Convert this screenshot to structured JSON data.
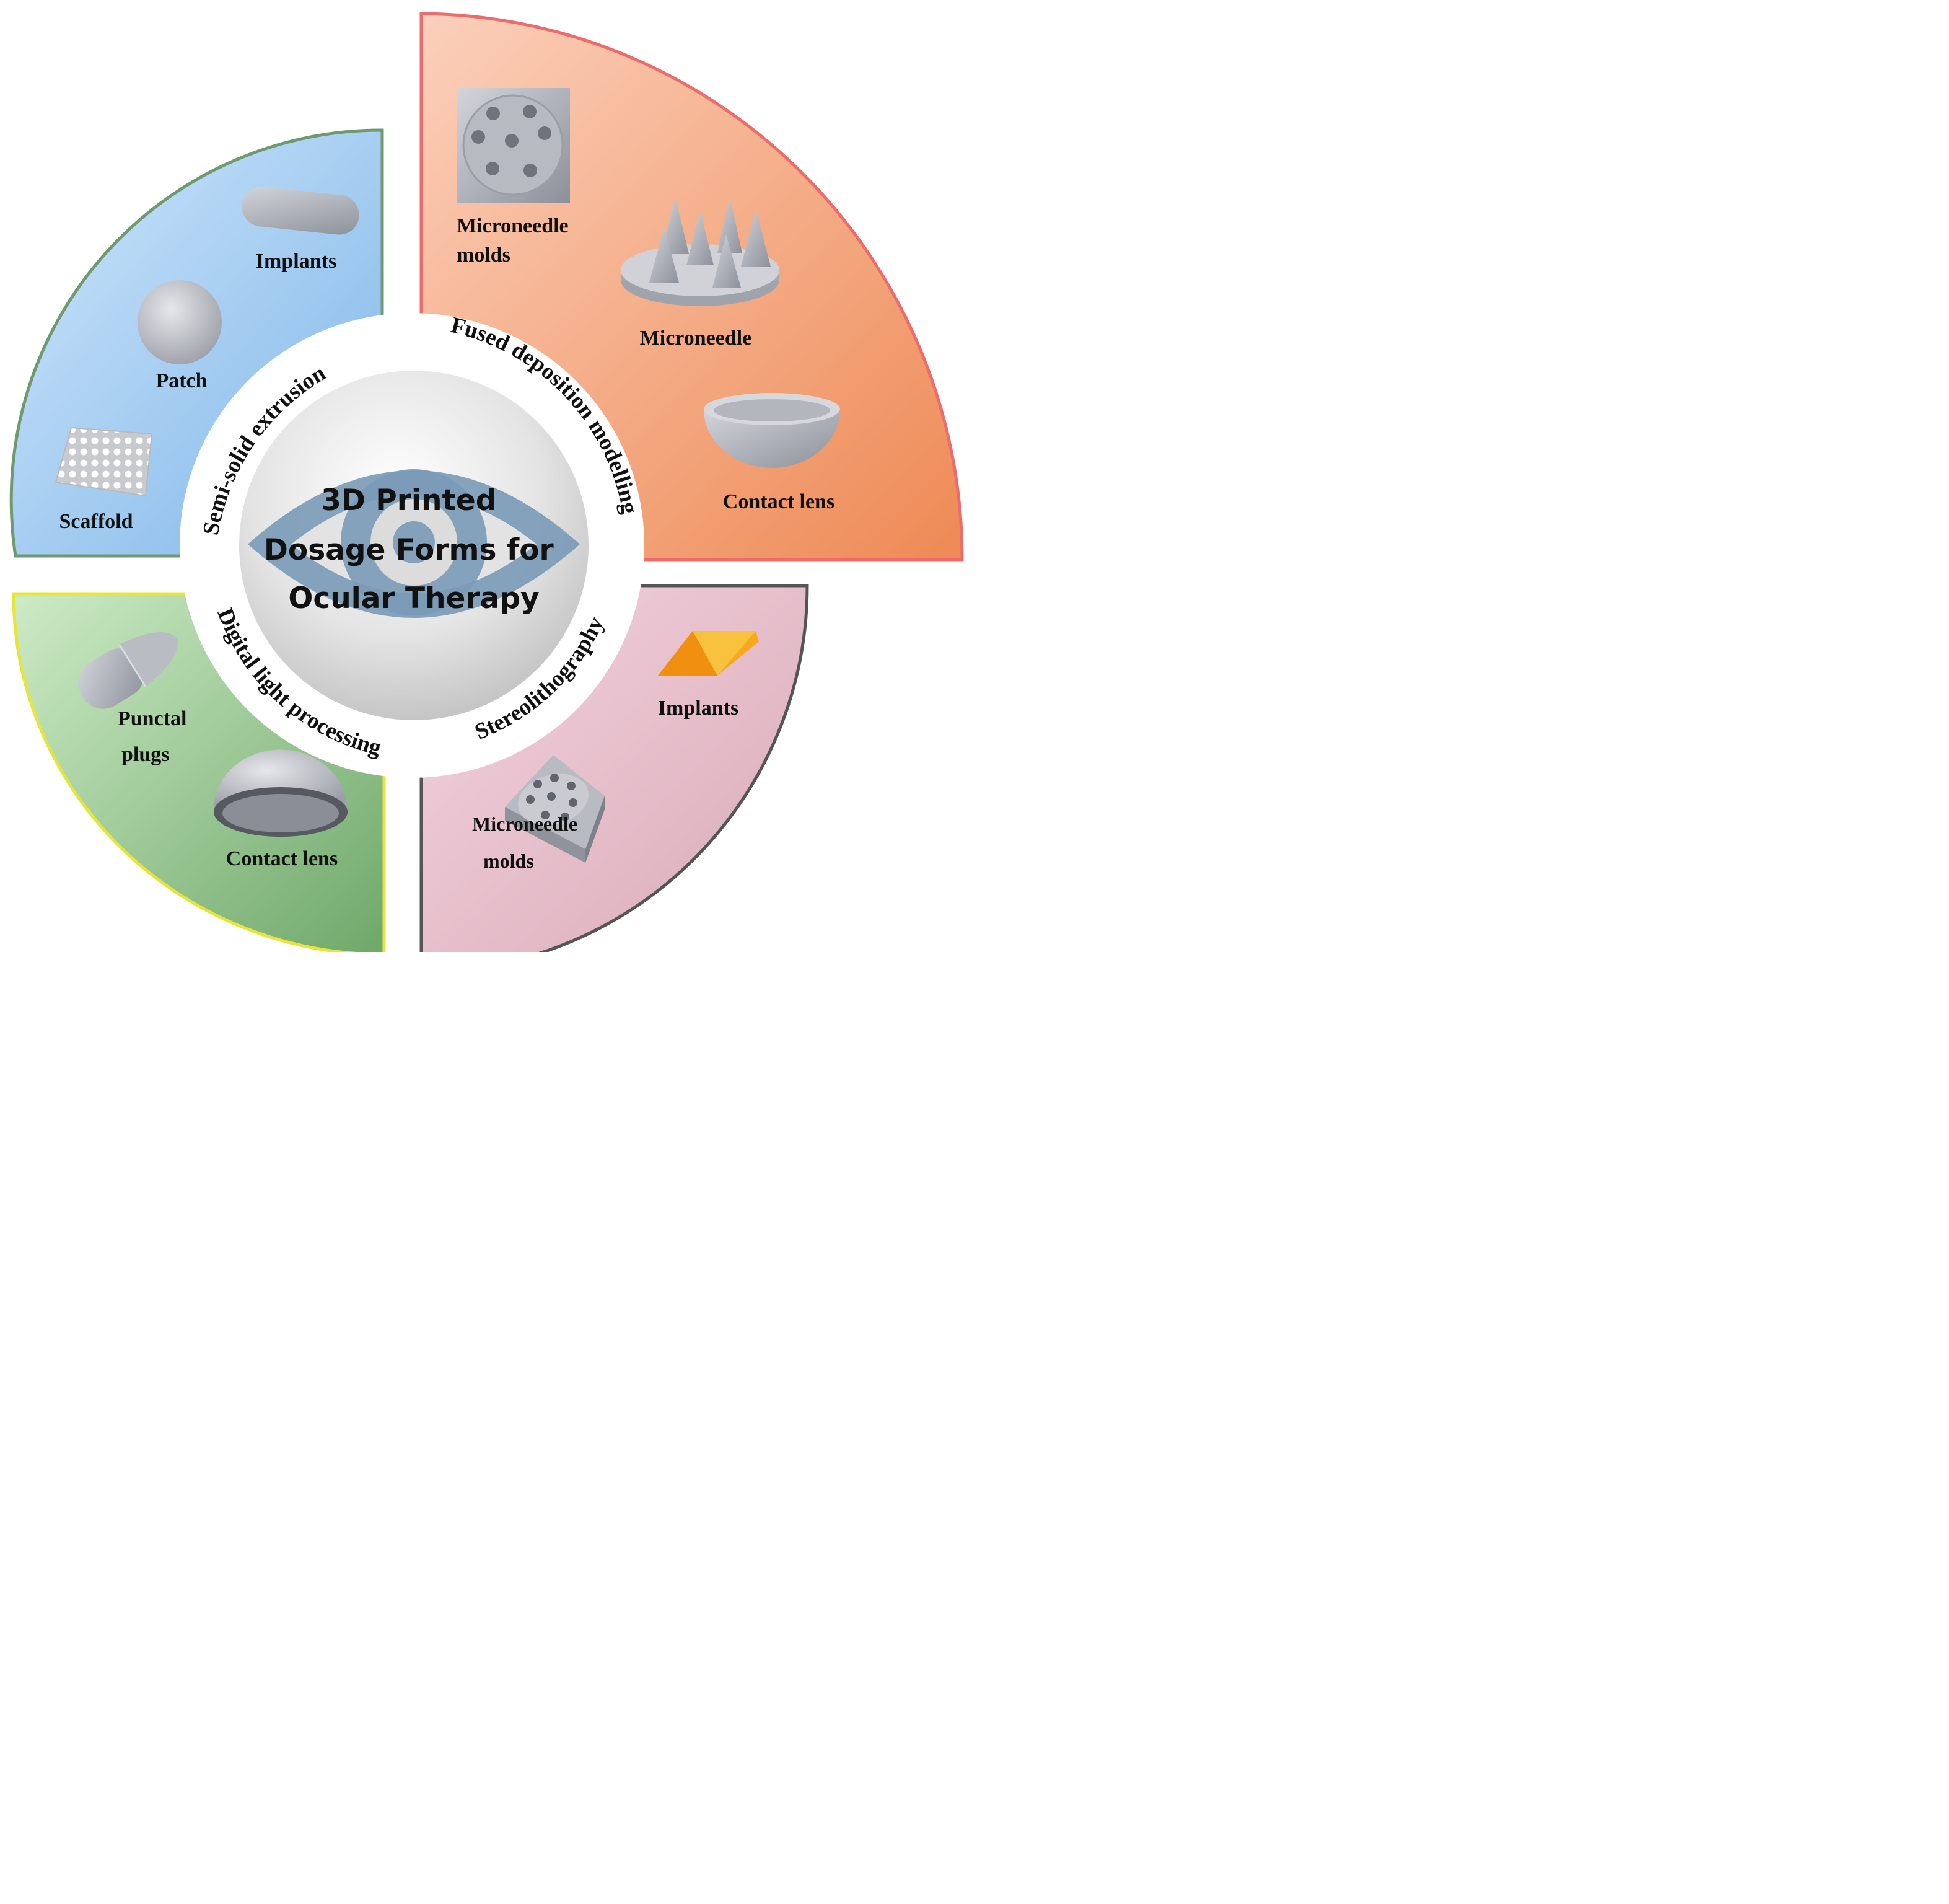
{
  "center": {
    "title_lines": [
      "3D Printed",
      "Dosage Forms for",
      "Ocular Therapy"
    ]
  },
  "techniques": {
    "semi_solid": "Semi-solid extrusion",
    "fdm": "Fused deposition modelling",
    "sla": "Stereolithography",
    "dlp": "Digital light processing"
  },
  "quadrants": {
    "semi_solid": {
      "color": "#9fcdf2",
      "border": "#6f9a70",
      "items": {
        "implants": "Implants",
        "patch": "Patch",
        "scaffold": "Scaffold"
      }
    },
    "fdm": {
      "color": "#f6a57e",
      "border": "#ef6b6b",
      "items": {
        "molds": [
          "Microneedle",
          "molds"
        ],
        "microneedle": "Microneedle",
        "contact_lens": "Contact lens"
      }
    },
    "sla": {
      "color": "#e6bcc9",
      "border": "#555555",
      "items": {
        "implants": "Implants",
        "molds": [
          "Microneedle",
          "molds"
        ]
      }
    },
    "dlp": {
      "color": "#9fd19a",
      "border": "#e8e43a",
      "items": {
        "plugs": [
          "Punctal",
          "plugs"
        ],
        "contact_lens": "Contact lens"
      }
    }
  },
  "colors": {
    "eye": "#7a9ab8",
    "implant_orange": "#f7a81b",
    "object_gray": "#a9acb4"
  }
}
